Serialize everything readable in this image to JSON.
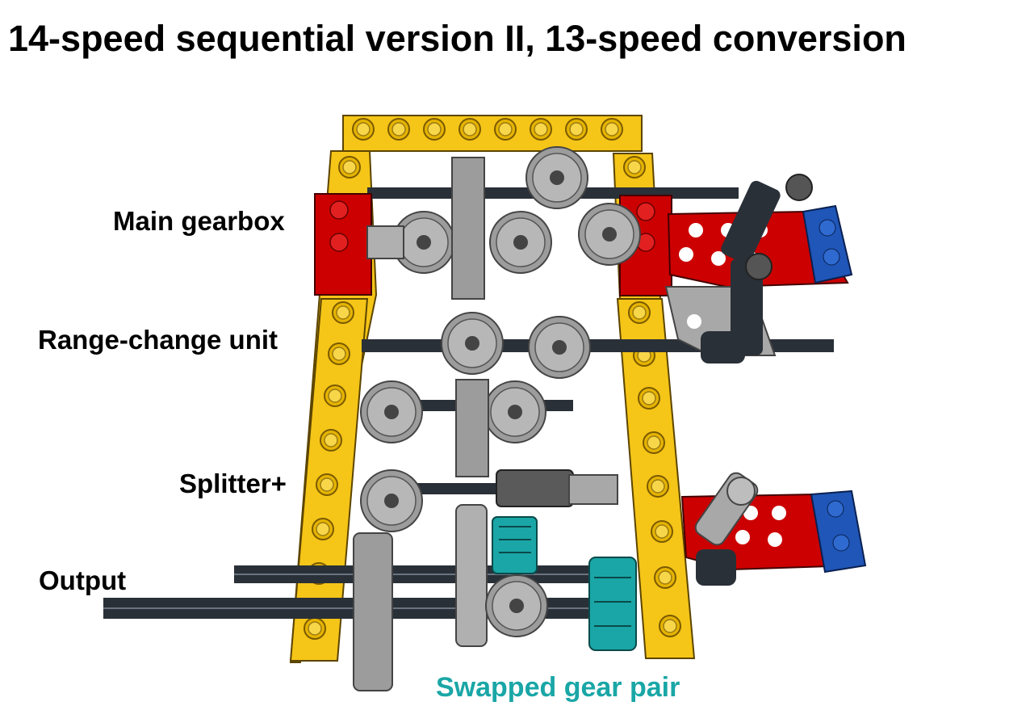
{
  "title": "14-speed sequential version II, 13-speed conversion",
  "labels": {
    "main_gearbox": "Main gearbox",
    "range_change_unit": "Range-change unit",
    "splitter": "Splitter+",
    "output": "Output",
    "swapped_gear_pair": "Swapped gear pair"
  },
  "colors": {
    "lego_yellow": "#f5c518",
    "lego_red": "#cc0000",
    "lego_blue": "#1f56b8",
    "gear_gray": "#a8a8a8",
    "dark_gray": "#5a5a5a",
    "axle_black": "#2a3038",
    "teal_highlight": "#1aa6a6"
  }
}
